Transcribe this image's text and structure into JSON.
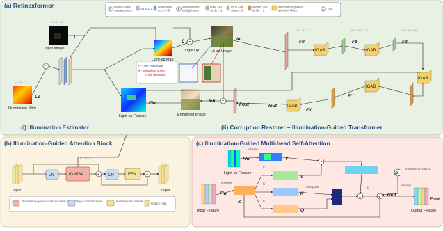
{
  "panels": {
    "a_title": "(a) Retinexformer",
    "b_title": "(b) Illumination-Guided Attention Block",
    "c_title": "(c) Illumination-Guided Multi-head Self-Attention"
  },
  "captions": {
    "estimator": "(i) Illumination Estimator",
    "restorer": "(ii) Corruption Restorer – Illumination-Guided Transformer"
  },
  "legend_a": [
    {
      "sym": "ⓒ",
      "text": "channel-wise concatenation"
    },
    {
      "sym": "",
      "text": "depth-wise conv 5×5"
    },
    {
      "sym": "⊙",
      "text": "element-wise multiplication"
    },
    {
      "sym": "",
      "text": "conv 3×3 stride = 1"
    },
    {
      "sym": "",
      "text": "conv 4×4 stride = 2"
    },
    {
      "sym": "",
      "text": "deconv 2×2 stride = 2"
    },
    {
      "sym": "",
      "text": "illumination-guided attention block"
    },
    {
      "sym": "⊕",
      "text": "Add"
    }
  ],
  "legend_a_top": [
    "channel-wise",
    "depth-wise",
    "element-wise",
    "conv 3×3",
    "conv 4×4",
    "deconv 2×2",
    "illumination-guided",
    "Add"
  ],
  "legend_a_bottom": [
    "concatenation",
    "conv 5×5",
    "multiplication",
    "stride = 1",
    "stride = 2",
    "stride = 2",
    "attention block",
    ""
  ],
  "legend_a_sub": {
    "conv1": "conv 1×1"
  },
  "images": {
    "input": "Input Image",
    "light_map": "Light-up Map",
    "lit_image": "Lit-up Image",
    "prior": "Illumination Prior",
    "light_feature": "Light-up Feature",
    "enhanced": "Enhanced Image",
    "light_up": "Light Up"
  },
  "callouts": {
    "i": "i – over exposure",
    "ii": "ii – amplified noise,",
    "ii2": "color distortion"
  },
  "dims": {
    "hw3": "H × W × 3",
    "hwc": "H × W × C",
    "hw2": "H/2 × W/2 × 2C",
    "hw4": "H/4 × W/4 × 4C"
  },
  "symbols": {
    "I": "I",
    "Lp": "Lp",
    "L": "L̄",
    "Ilu": "Ilu",
    "Flu": "Flu",
    "F0": "F0",
    "F1": "F1",
    "F2": "F2",
    "F1p": "F'1",
    "F0p": "F'0",
    "Fout": "Fout",
    "Iout": "Iout",
    "Ien": "Ien"
  },
  "blocks": {
    "igab": "IGAB"
  },
  "panel_b": {
    "input": "Input",
    "ln": "LN",
    "igmsa": "IG-MSA",
    "ffn": "FFN",
    "output": "Output",
    "legend": [
      {
        "text": "illumination-guided multi-head self-attention"
      },
      {
        "text": "layer normalization"
      },
      {
        "text": "feed-forward network"
      },
      {
        "text": "feature map"
      }
    ]
  },
  "panel_c": {
    "light_feature": "Light-up Feature",
    "input_feature": "Input Feature",
    "output_feature": "Output Feature",
    "reshape": "reshape",
    "transpose": "transpose",
    "positional": "positional encoding",
    "fc": "fc",
    "Y": "Y",
    "X": "X",
    "Q": "Q",
    "K": "K",
    "V": "V",
    "P": "P",
    "Xout": "Xout",
    "Fin": "Fin",
    "Fout": "Fout",
    "Flu": "Flu"
  }
}
